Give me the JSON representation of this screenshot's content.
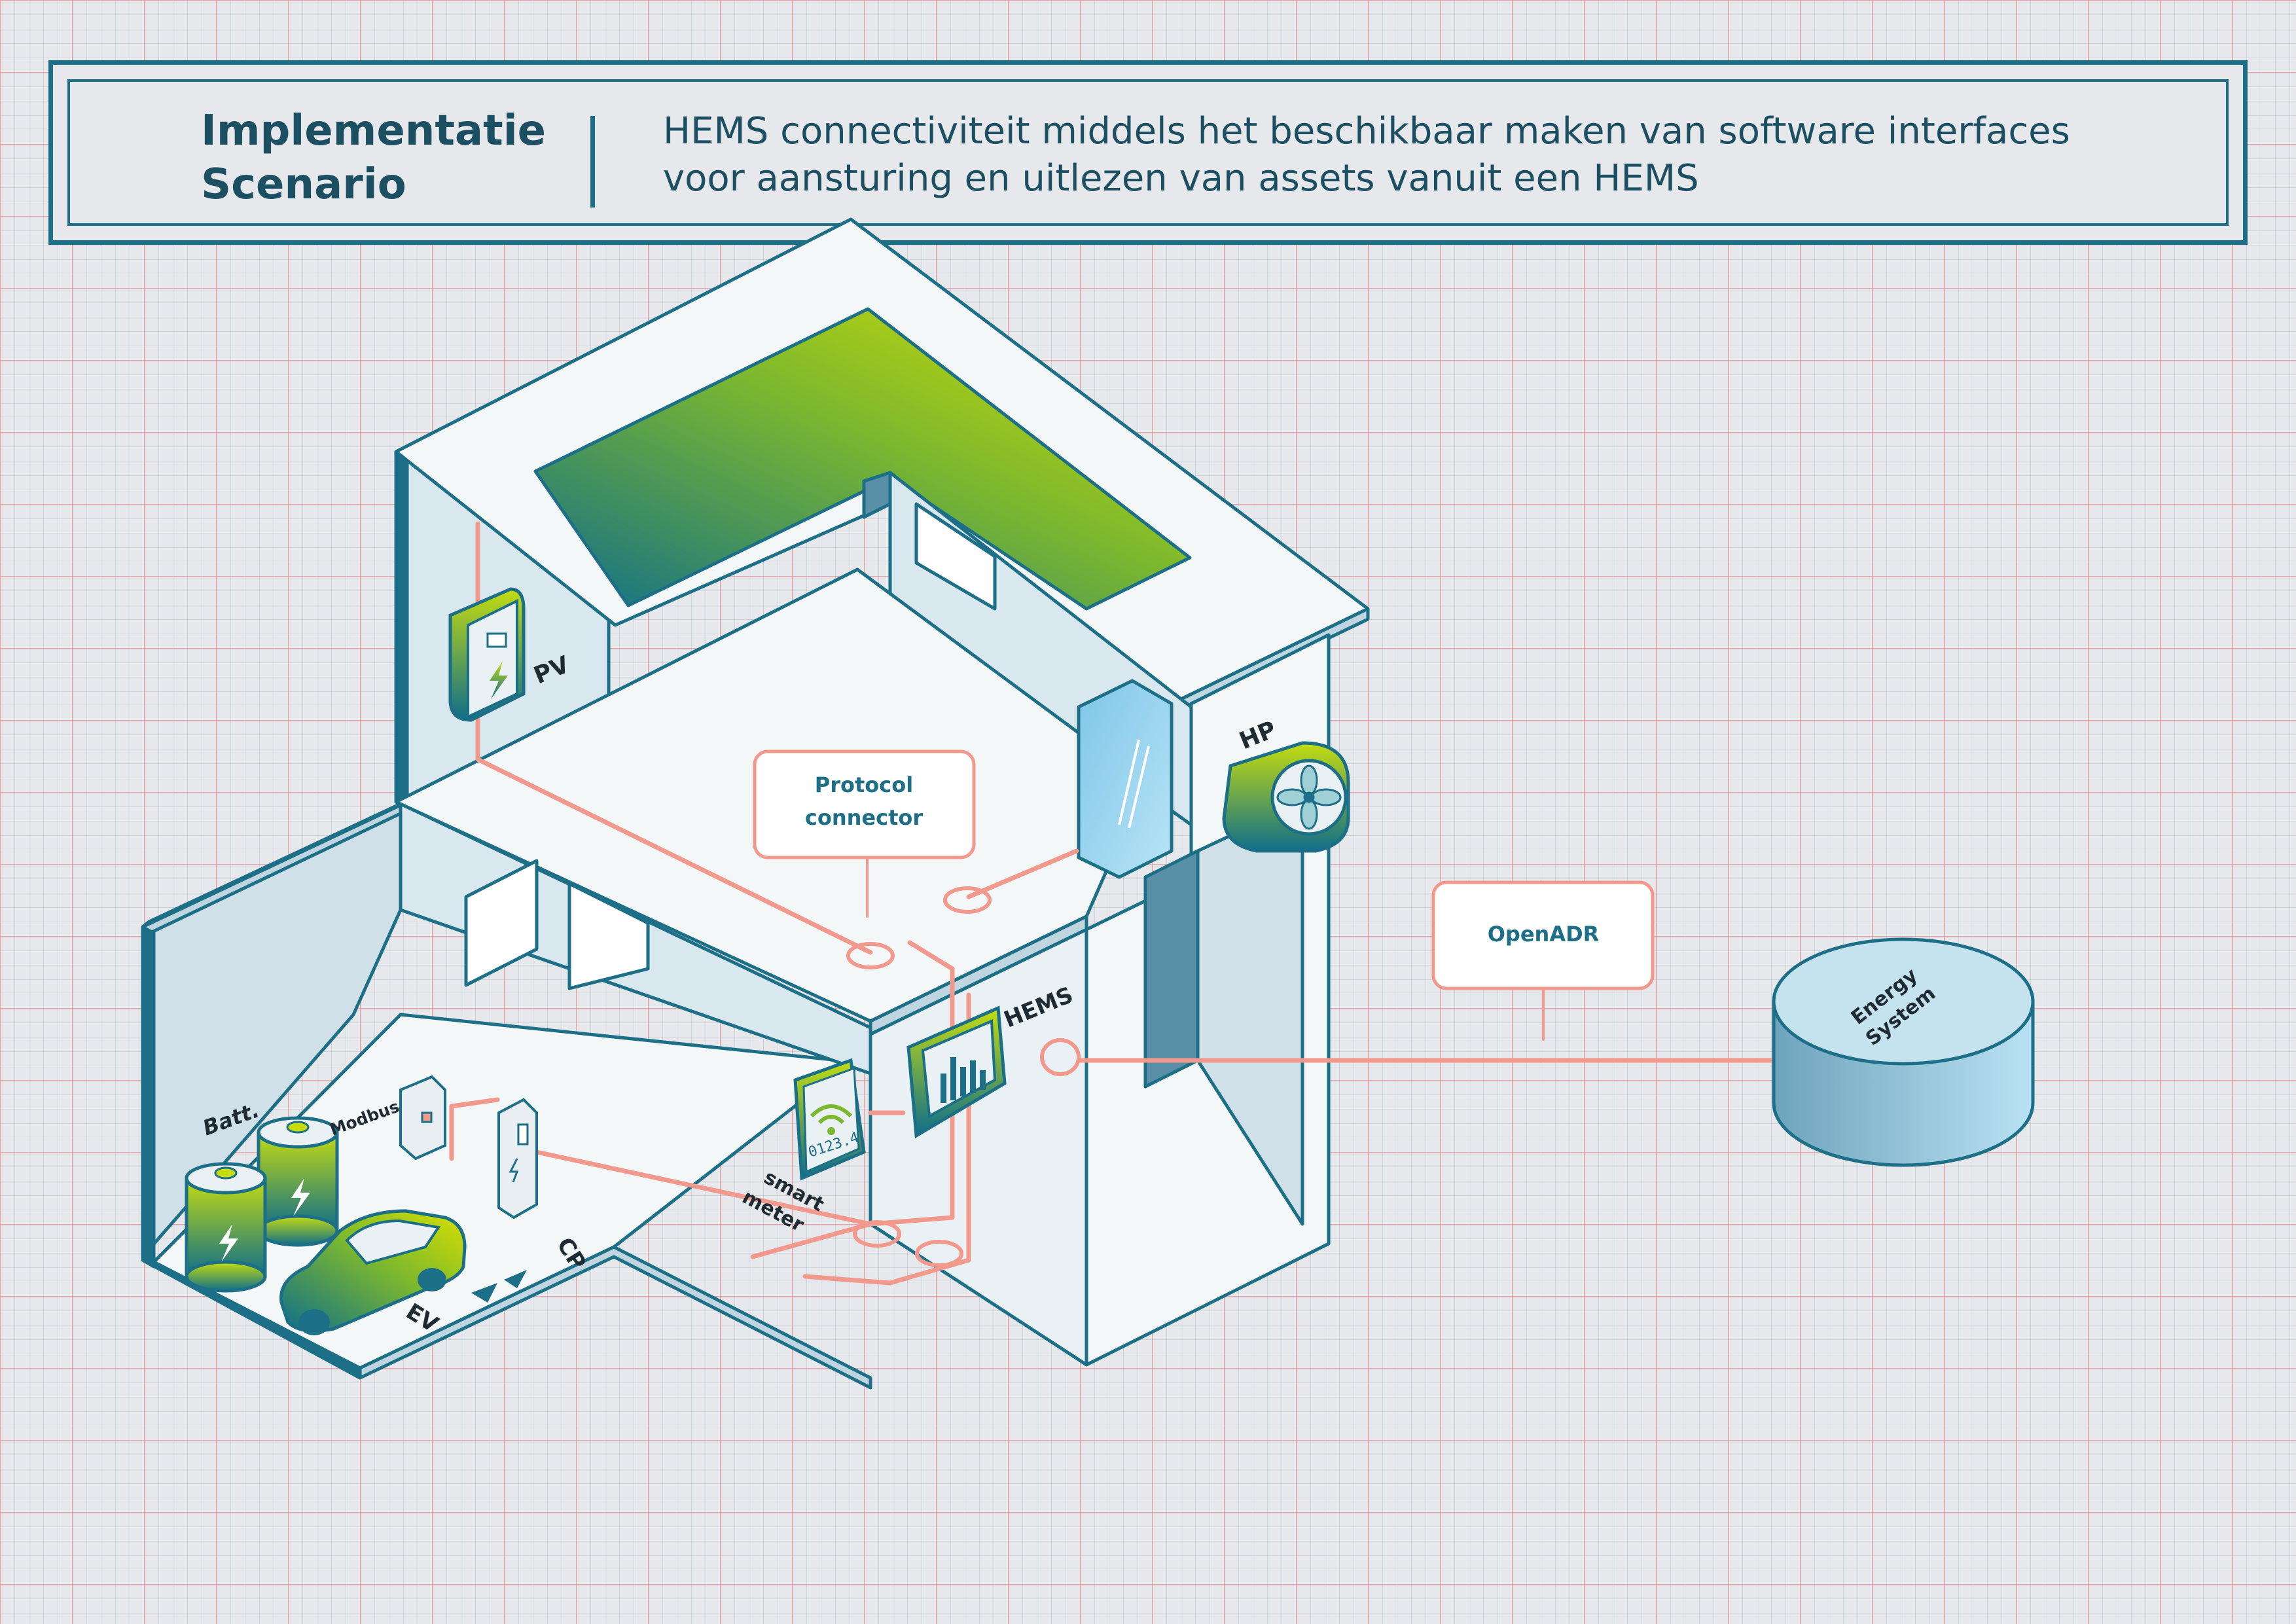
{
  "header": {
    "title_line1": "Implementatie",
    "title_line2": "Scenario",
    "description_line1": "HEMS connectiviteit middels het beschikbaar maken van software interfaces",
    "description_line2": "voor aansturing en uitlezen van assets vanuit een HEMS"
  },
  "labels": {
    "pv": "PV",
    "hp": "HP",
    "hems": "HEMS",
    "battery": "Batt.",
    "modbus": "Modbus",
    "ev": "EV",
    "cp": "CP",
    "smart_meter_line1": "smart",
    "smart_meter_line2": "meter",
    "meter_display": "0123.4",
    "protocol_connector_line1": "Protocol",
    "protocol_connector_line2": "connector",
    "openadr": "OpenADR",
    "energy_system_line1": "Energy",
    "energy_system_line2": "System"
  },
  "colors": {
    "line": "#f2998e",
    "outline": "#1c6f86",
    "wall_light": "#f4f7f8",
    "wall_blue": "#cfe0e8",
    "gradient_start": "#0f6e8a",
    "gradient_end": "#d8e000"
  }
}
